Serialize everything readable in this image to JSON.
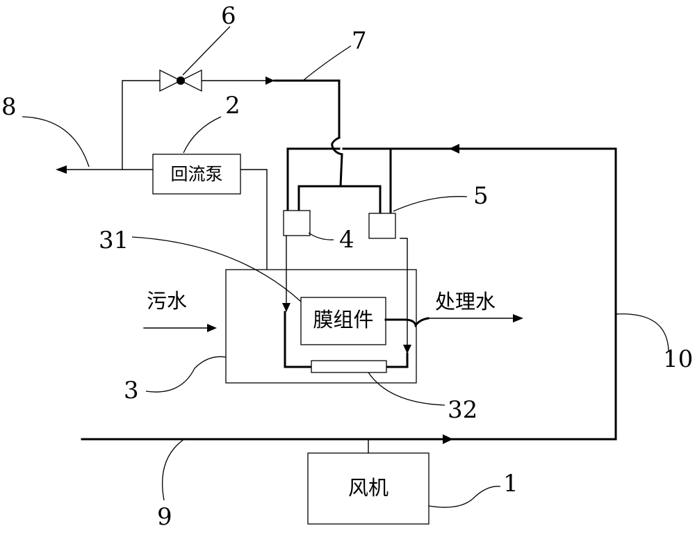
{
  "labels": {
    "blower": "风机",
    "reflux_pump": "回流泵",
    "membrane_module": "膜组件",
    "sewage": "污水",
    "treated_water": "处理水"
  },
  "part_numbers": {
    "n1": "1",
    "n2": "2",
    "n3": "3",
    "n4": "4",
    "n5": "5",
    "n6": "6",
    "n7": "7",
    "n8": "8",
    "n9": "9",
    "n10": "10",
    "n31": "31",
    "n32": "32"
  }
}
